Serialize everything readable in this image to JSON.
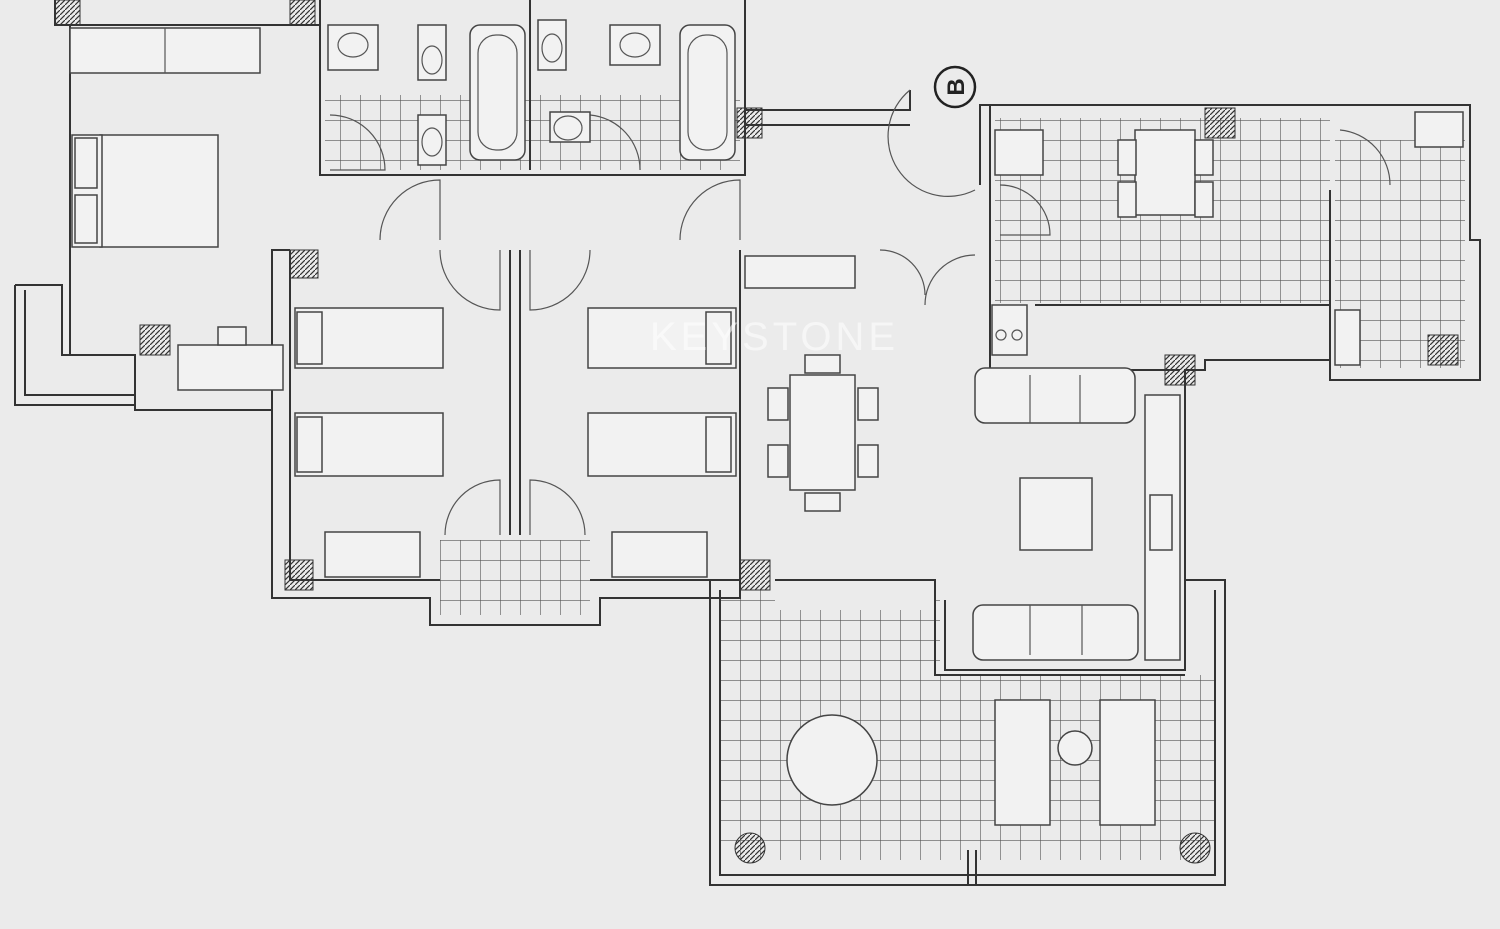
{
  "plan": {
    "block_label": "B",
    "watermark": "KEYSTONE",
    "rooms": [
      "master-bedroom",
      "bathroom-1",
      "bathroom-2",
      "hallway",
      "bedroom-2",
      "bedroom-3",
      "living-dining",
      "kitchen",
      "terrace",
      "balcony"
    ]
  }
}
